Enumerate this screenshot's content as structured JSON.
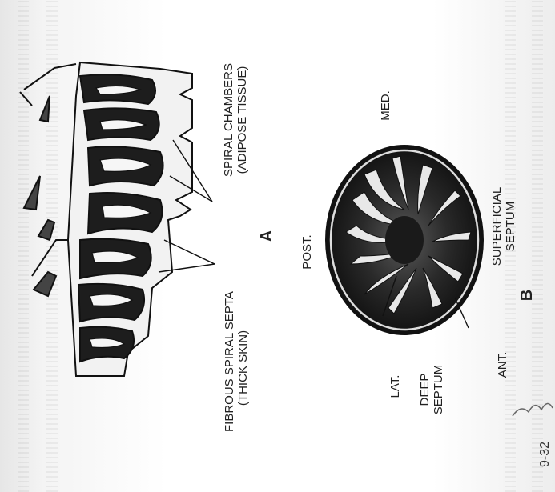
{
  "figure_number": "9-32",
  "panel_a": {
    "letter": "A",
    "label_fibrous_septa": [
      "FIBROUS SPIRAL SEPTA",
      "(THICK SKIN)"
    ],
    "label_spiral_chambers": [
      "SPIRAL CHAMBERS",
      "(ADIPOSE TISSUE)"
    ]
  },
  "panel_b": {
    "letter": "B",
    "orientation": {
      "posterior": "POST.",
      "anterior": "ANT.",
      "lateral": "LAT.",
      "medial": "MED."
    },
    "label_deep_septum": [
      "DEEP",
      "SEPTUM"
    ],
    "label_superficial_septum": [
      "SUPERFICIAL",
      "SEPTUM"
    ]
  }
}
